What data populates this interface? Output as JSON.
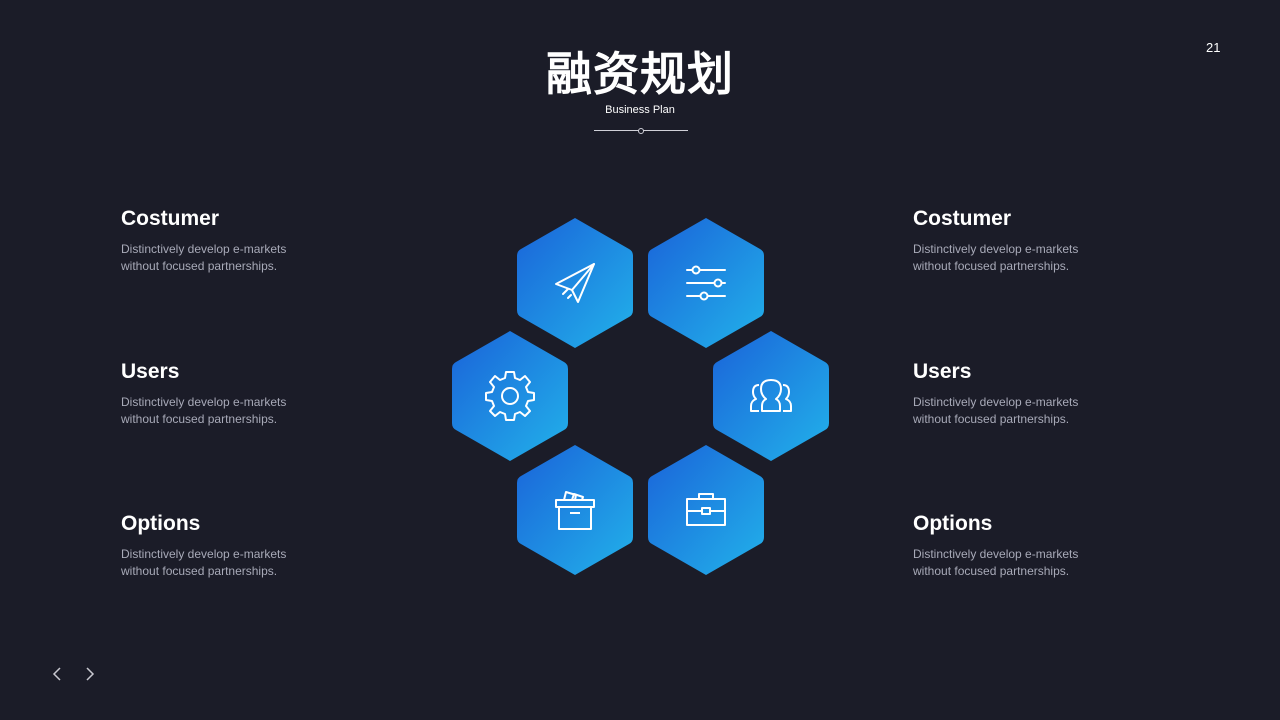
{
  "slide": {
    "title": "融资规划",
    "subtitle": "Business Plan",
    "page_number": "21"
  },
  "left_items": [
    {
      "title": "Costumer",
      "desc": "Distinctively develop e-markets without focused partnerships."
    },
    {
      "title": "Users",
      "desc": "Distinctively develop e-markets without focused partnerships."
    },
    {
      "title": "Options",
      "desc": "Distinctively develop e-markets without focused partnerships."
    }
  ],
  "right_items": [
    {
      "title": "Costumer",
      "desc": "Distinctively develop e-markets without focused partnerships."
    },
    {
      "title": "Users",
      "desc": "Distinctively develop e-markets without focused partnerships."
    },
    {
      "title": "Options",
      "desc": "Distinctively develop e-markets without focused partnerships."
    }
  ],
  "hexagons": [
    {
      "icon": "paper-plane-icon"
    },
    {
      "icon": "sliders-icon"
    },
    {
      "icon": "gear-icon"
    },
    {
      "icon": "users-icon"
    },
    {
      "icon": "box-icon"
    },
    {
      "icon": "briefcase-icon"
    }
  ],
  "colors": {
    "background": "#1b1c28",
    "hex_gradient_start": "#1a6fdc",
    "hex_gradient_end": "#21aee8",
    "description_text": "#a8aab8"
  },
  "navigation": {
    "prev_icon": "chevron-left-icon",
    "next_icon": "chevron-right-icon"
  }
}
